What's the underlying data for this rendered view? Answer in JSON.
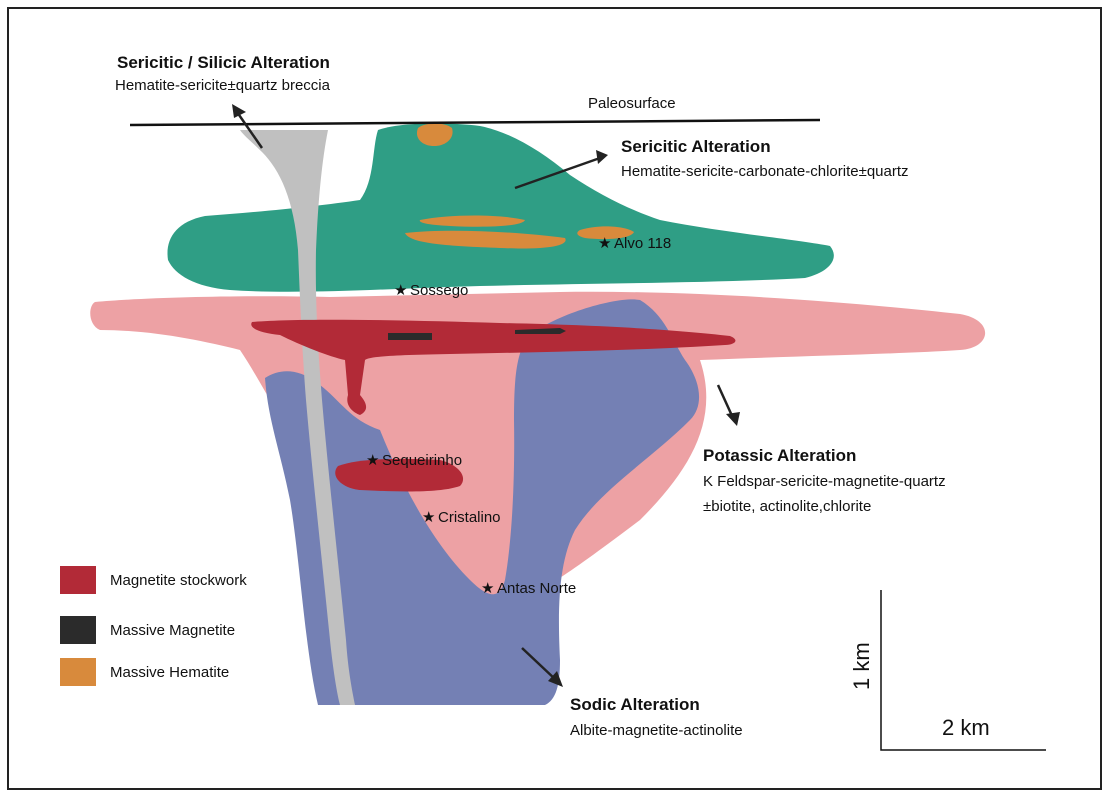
{
  "colors": {
    "sericitic": "#2f9e85",
    "potassic": "#eda1a4",
    "sodic": "#7480b4",
    "magnetite_stockwork": "#b22a37",
    "massive_magnetite": "#2b2b2b",
    "massive_hematite": "#d88a3c",
    "breccia": "#c0c0c0"
  },
  "paleosurface": {
    "label": "Paleosurface"
  },
  "zones": {
    "sericitic_silicic": {
      "title": "Sericitic / Silicic Alteration",
      "desc": "Hematite-sericite±quartz breccia"
    },
    "sericitic": {
      "title": "Sericitic Alteration",
      "desc": "Hematite-sericite-carbonate-chlorite±quartz"
    },
    "potassic": {
      "title": "Potassic Alteration",
      "desc_line1": "K Feldspar-sericite-magnetite-quartz",
      "desc_line2": "±biotite, actinolite,chlorite"
    },
    "sodic": {
      "title": "Sodic Alteration",
      "desc": "Albite-magnetite-actinolite"
    }
  },
  "deposits": [
    {
      "name": "Alvo 118"
    },
    {
      "name": "Sossego"
    },
    {
      "name": "Sequeirinho"
    },
    {
      "name": "Cristalino"
    },
    {
      "name": "Antas Norte"
    }
  ],
  "legend": [
    {
      "label": "Magnetite stockwork",
      "color_key": "magnetite_stockwork"
    },
    {
      "label": "Massive Magnetite",
      "color_key": "massive_magnetite"
    },
    {
      "label": "Massive Hematite",
      "color_key": "massive_hematite"
    }
  ],
  "scale": {
    "vertical": "1 km",
    "horizontal": "2 km"
  }
}
